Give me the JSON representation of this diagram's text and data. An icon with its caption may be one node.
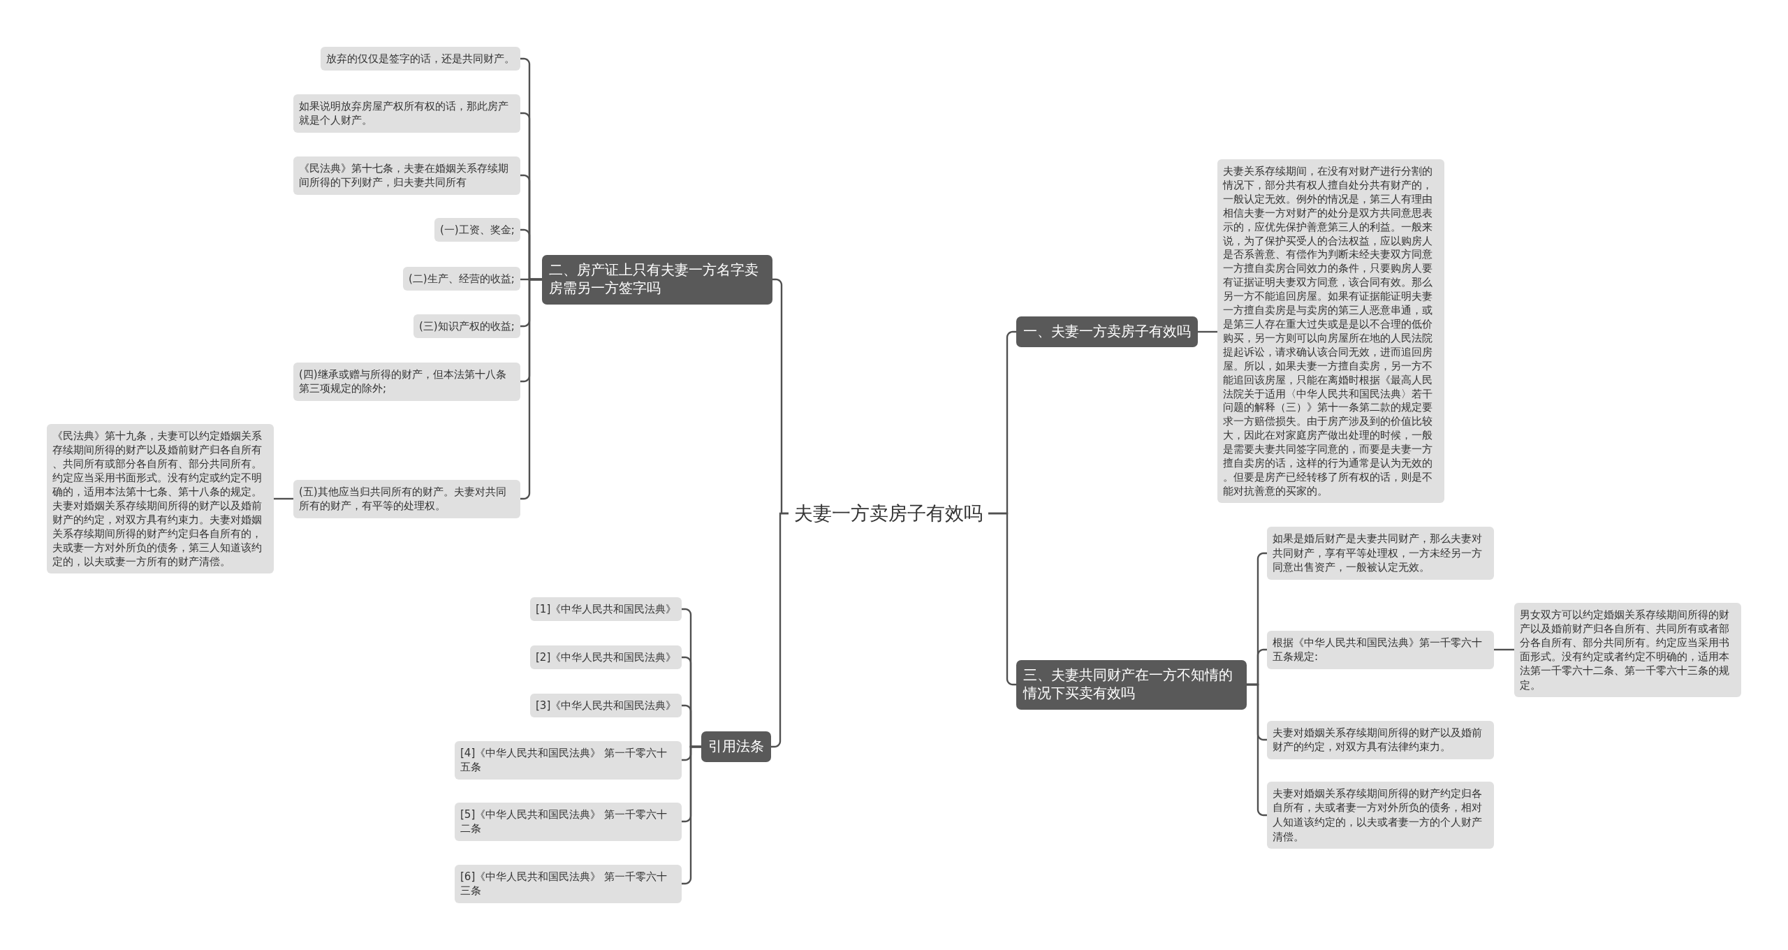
{
  "diagram": {
    "nodes": [
      {
        "text": [
          "夫妻一方卖房子有效吗"
        ]
      },
      {
        "text": [
          "二、房产证上只有夫妻一方名字卖房需另一方签字吗"
        ]
      },
      {
        "text": [
          "放弃的仅仅是签字的话，还是共同财产。"
        ]
      },
      {
        "text": [
          "如果说明放弃房屋产权所有权的话，那此房产就是个人财产。"
        ]
      },
      {
        "text": [
          "《民法典》第十七条，夫妻在婚姻关系存续期间所得的下列财产，归夫妻共同所有"
        ]
      },
      {
        "text": [
          "(一)工资、奖金;"
        ]
      },
      {
        "text": [
          "(二)生产、经营的收益;"
        ]
      },
      {
        "text": [
          "(三)知识产权的收益;"
        ]
      },
      {
        "text": [
          "(四)继承或赠与所得的财产，但本法第十八条第三项规定的除外;"
        ]
      },
      {
        "text": [
          "(五)其他应当归共同所有的财产。夫妻对共同所有的财产，有平等的处理权。"
        ]
      },
      {
        "text": [
          "《民法典》第十九条，夫妻可以约定婚姻关系存续期间所得的财产以及婚前财产归各自所有、共同所有或部分各自所有、部分共同所有。约定应当采用书面形式。没有约定或约定不明确的，适用本法第十七条、第十八条的规定。夫妻对婚姻关系存续期间所得的财产以及婚前财产的约定，对双方具有约束力。夫妻对婚姻关系存续期间所得的财产约定归各自所有的，夫或妻一方对外所负的债务，第三人知道该约定的，以夫或妻一方所有的财产清偿。"
        ]
      },
      {
        "text": [
          "引用法条"
        ]
      },
      {
        "text": [
          "[1]《中华人民共和国民法典》"
        ]
      },
      {
        "text": [
          "[2]《中华人民共和国民法典》"
        ]
      },
      {
        "text": [
          "[3]《中华人民共和国民法典》"
        ]
      },
      {
        "text": [
          "[4]《中华人民共和国民法典》 第一千零六十五条"
        ]
      },
      {
        "text": [
          "[5]《中华人民共和国民法典》 第一千零六十二条"
        ]
      },
      {
        "text": [
          "[6]《中华人民共和国民法典》 第一千零六十三条"
        ]
      },
      {
        "text": [
          "一、夫妻一方卖房子有效吗"
        ]
      },
      {
        "text": [
          "夫妻关系存续期间，在没有对财产进行分割的情况下，部分共有权人擅自处分共有财产的，一般认定无效。例外的情况是，第三人有理由相信夫妻一方对财产的处分是双方共同意思表示的，应优先保护善意第三人的利益。一般来说，为了保护买受人的合法权益，应以购房人是否系善意、有偿作为判断未经夫妻双方同意一方擅自卖房合同效力的条件，只要购房人要有证据证明夫妻双方同意，该合同有效。那么另一方不能追回房屋。如果有证据能证明夫妻一方擅自卖房是与卖房的第三人恶意串通，或是第三人存在重大过失或是是以不合理的低价购买，另一方则可以向房屋所在地的人民法院提起诉讼，请求确认该合同无效，进而追回房屋。所以，如果夫妻一方擅自卖房，另一方不能追回该房屋，只能在离婚时根据《最高人民法院关于适用〈中华人民共和国民法典〉若干问题的解释（三）》第十一条第二款的规定要求一方赔偿损失。由于房产涉及到的价值比较大，因此在对家庭房产做出处理的时候，一般是需要夫妻共同签字同意的，而要是夫妻一方擅自卖房的话，这样的行为通常是认为无效的。但要是房产已经转移了所有权的话，则是不能对抗善意的买家的。"
        ]
      },
      {
        "text": [
          "三、夫妻共同财产在一方不知情的情况下买卖有效吗"
        ]
      },
      {
        "text": [
          "如果是婚后财产是夫妻共同财产，那么夫妻对共同财产，享有平等处理权，一方未经另一方同意出售资产，一般被认定无效。"
        ]
      },
      {
        "text": [
          "根据《中华人民共和国民法典》第一千零六十五条规定:"
        ]
      },
      {
        "text": [
          "男女双方可以约定婚姻关系存续期间所得的财产以及婚前财产归各自所有、共同所有或者部分各自所有、部分共同所有。约定应当采用书面形式。没有约定或者约定不明确的，适用本法第一千零六十二条、第一千零六十三条的规定。"
        ]
      },
      {
        "text": [
          "夫妻对婚姻关系存续期间所得的财产以及婚前财产的约定，对双方具有法律约束力。"
        ]
      },
      {
        "text": [
          "夫妻对婚姻关系存续期间所得的财产约定归各自所有，夫或者妻一方对外所负的债务，相对人知道该约定的，以夫或者妻一方的个人财产清偿。"
        ]
      }
    ],
    "edges": [
      {
        "from": 0,
        "to": 1,
        "arrow": "none"
      },
      {
        "from": 1,
        "to": 2,
        "arrow": "none"
      },
      {
        "from": 1,
        "to": 3,
        "arrow": "none"
      },
      {
        "from": 1,
        "to": 4,
        "arrow": "none"
      },
      {
        "from": 1,
        "to": 5,
        "arrow": "none"
      },
      {
        "from": 1,
        "to": 6,
        "arrow": "none"
      },
      {
        "from": 1,
        "to": 7,
        "arrow": "none"
      },
      {
        "from": 1,
        "to": 8,
        "arrow": "none"
      },
      {
        "from": 1,
        "to": 9,
        "arrow": "none"
      },
      {
        "from": 9,
        "to": 10,
        "arrow": "none"
      },
      {
        "from": 0,
        "to": 11,
        "arrow": "none"
      },
      {
        "from": 11,
        "to": 12,
        "arrow": "none"
      },
      {
        "from": 11,
        "to": 13,
        "arrow": "none"
      },
      {
        "from": 11,
        "to": 14,
        "arrow": "none"
      },
      {
        "from": 11,
        "to": 15,
        "arrow": "none"
      },
      {
        "from": 11,
        "to": 16,
        "arrow": "none"
      },
      {
        "from": 11,
        "to": 17,
        "arrow": "none"
      },
      {
        "from": 0,
        "to": 18,
        "arrow": "none"
      },
      {
        "from": 18,
        "to": 19,
        "arrow": "none"
      },
      {
        "from": 0,
        "to": 20,
        "arrow": "none"
      },
      {
        "from": 20,
        "to": 21,
        "arrow": "none"
      },
      {
        "from": 20,
        "to": 22,
        "arrow": "none"
      },
      {
        "from": 22,
        "to": 23,
        "arrow": "none"
      },
      {
        "from": 20,
        "to": 24,
        "arrow": "none"
      },
      {
        "from": 20,
        "to": 25,
        "arrow": "none"
      }
    ]
  }
}
